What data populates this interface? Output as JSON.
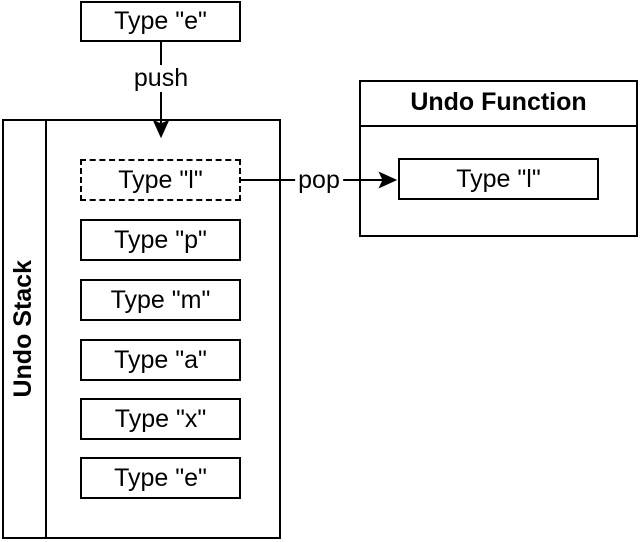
{
  "diagram": {
    "input_box": {
      "label": "Type \"e\""
    },
    "push_label": "push",
    "pop_label": "pop",
    "stack": {
      "title": "Undo Stack",
      "top_item": {
        "label": "Type \"l\"",
        "style": "dashed"
      },
      "items": [
        {
          "label": "Type \"p\""
        },
        {
          "label": "Type \"m\""
        },
        {
          "label": "Type \"a\""
        },
        {
          "label": "Type \"x\""
        },
        {
          "label": "Type \"e\""
        }
      ]
    },
    "undo_function": {
      "title": "Undo Function",
      "item": {
        "label": "Type \"l\""
      }
    },
    "colors": {
      "line": "#000000",
      "fill": "#ffffff",
      "background": "#ffffff",
      "text": "#000000"
    }
  }
}
